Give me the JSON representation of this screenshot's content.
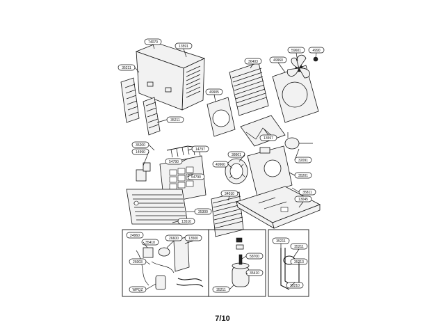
{
  "page": {
    "number": "7/10"
  },
  "callouts": {
    "c1": "74070",
    "c2": "13591",
    "c3": "35211",
    "c4": "35211",
    "c5": "36403",
    "c6": "49960",
    "c7": "59601",
    "c8": "4990",
    "c9": "49905",
    "c10": "13597",
    "c11": "35200",
    "c12": "14990",
    "c13": "14797",
    "c14": "54790",
    "c15": "54790",
    "c16": "35201",
    "c17": "38601",
    "c18": "32091",
    "c19": "35811",
    "c20": "49960",
    "c21": "34010",
    "c22": "13045",
    "c23": "35300",
    "c24": "13510",
    "c25": "24960",
    "c26": "35410",
    "c27": "26600",
    "c28": "13500",
    "c29": "26003",
    "c30": "WPQZ",
    "c31": "58700",
    "c32": "35410",
    "c33": "35211",
    "c34": "35211",
    "c35": "35211",
    "c36": "35213",
    "c37": "35210"
  }
}
